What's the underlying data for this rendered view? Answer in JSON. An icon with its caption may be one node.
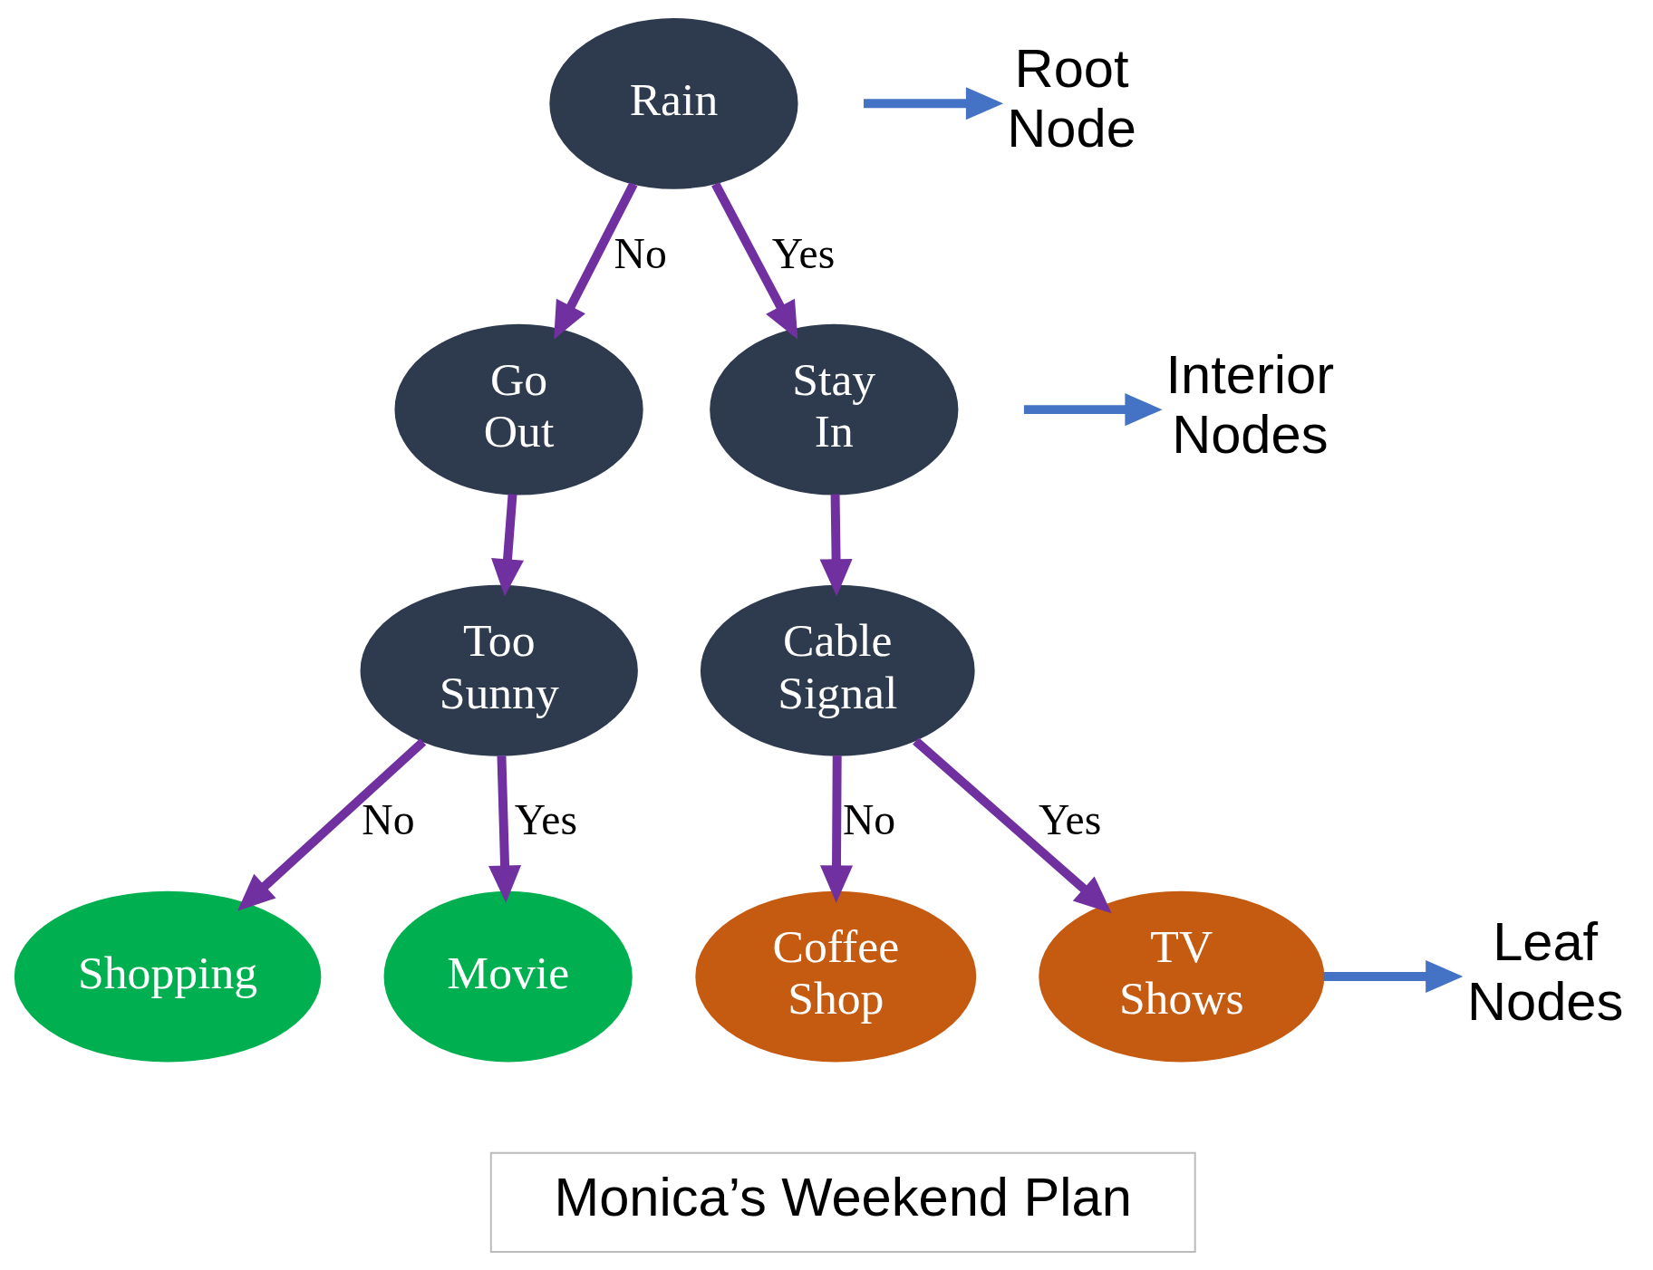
{
  "diagram": {
    "nodes": [
      {
        "text": [
          "Rain"
        ]
      },
      {
        "text": [
          "Go Out"
        ]
      },
      {
        "text": [
          "Stay In"
        ]
      },
      {
        "text": [
          "Too Sunny"
        ]
      },
      {
        "text": [
          "Cable Signal"
        ]
      },
      {
        "text": [
          "Shopping"
        ]
      },
      {
        "text": [
          "Movie"
        ]
      },
      {
        "text": [
          "Coffee Shop"
        ]
      },
      {
        "text": [
          "TV Shows"
        ]
      },
      {
        "text": [
          "Root Node"
        ]
      },
      {
        "text": [
          "Interior Nodes"
        ]
      },
      {
        "text": [
          "Leaf Nodes"
        ]
      },
      {
        "text": [
          "Monica’s Weekend Plan"
        ]
      }
    ],
    "edges": [
      {
        "from": 0,
        "to": 1,
        "arrow": "to",
        "label": "No"
      },
      {
        "from": 0,
        "to": 2,
        "arrow": "to",
        "label": "Yes"
      },
      {
        "from": 1,
        "to": 3,
        "arrow": "to"
      },
      {
        "from": 2,
        "to": 4,
        "arrow": "to"
      },
      {
        "from": 3,
        "to": 5,
        "arrow": "to",
        "label": "No"
      },
      {
        "from": 3,
        "to": 6,
        "arrow": "to",
        "label": "Yes"
      },
      {
        "from": 4,
        "to": 7,
        "arrow": "to",
        "label": "No"
      },
      {
        "from": 4,
        "to": 8,
        "arrow": "to",
        "label": "Yes"
      },
      {
        "from": null,
        "to": 9,
        "arrow": "to",
        "color": "#4472c4"
      },
      {
        "from": null,
        "to": 10,
        "arrow": "to",
        "color": "#4472c4"
      },
      {
        "from": 8,
        "to": 11,
        "arrow": "to",
        "color": "#4472c4"
      }
    ]
  }
}
